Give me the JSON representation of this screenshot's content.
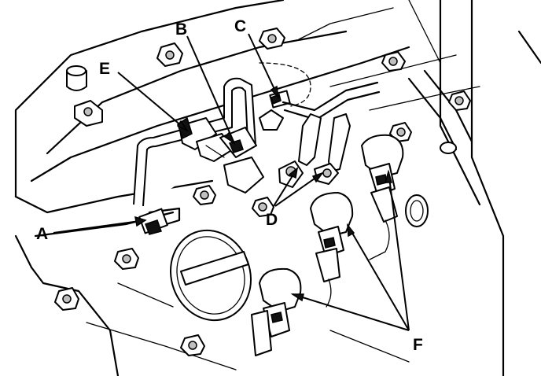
{
  "callouts": {
    "a": "A",
    "b": "B",
    "c": "C",
    "d": "D",
    "e": "E",
    "f": "F"
  }
}
